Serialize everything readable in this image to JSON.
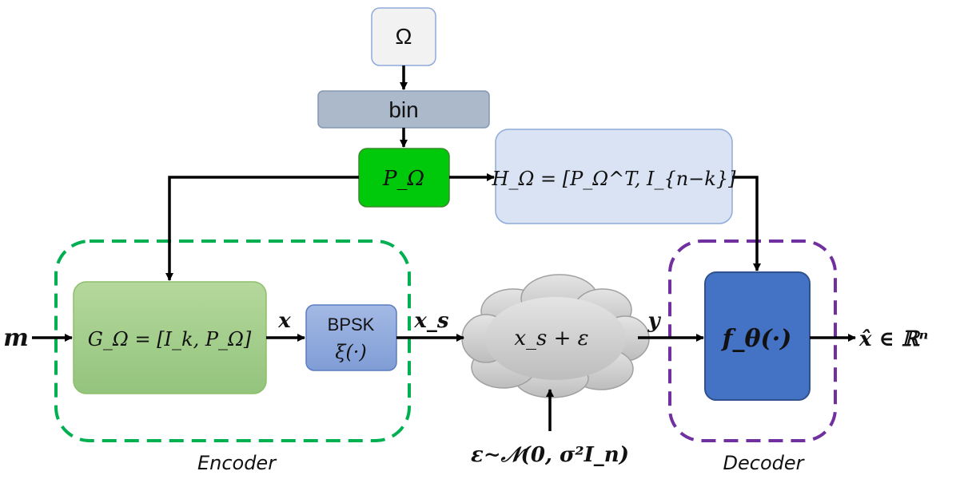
{
  "nodes": {
    "omega": "Ω",
    "bin": "bin",
    "p_omega": "P_Ω",
    "h_omega": "H_Ω = [P_Ω^T, I_{n−k}]",
    "g_omega": "G_Ω = [I_k, P_Ω]",
    "bpsk_title": "BPSK",
    "bpsk_func": "ξ(·)",
    "channel": "x_s + ε",
    "decoder_func": "f_θ(·)"
  },
  "signals": {
    "m": "m",
    "x": "x",
    "x_s": "x_s",
    "y": "y",
    "output": "x̂ ∈ ℝⁿ",
    "noise": "ε∼𝒩(0, σ²I_n)"
  },
  "groups": {
    "encoder": "Encoder",
    "decoder": "Decoder"
  },
  "colors": {
    "omega_fill": "#f2f2f2",
    "bin_fill": "#acb9ca",
    "p_fill": "#00c80a",
    "h_fill": "#dae3f3",
    "g_fill": "#a9d18e",
    "bpsk_fill": "#8faadc",
    "decoder_fill": "#4472c4",
    "encoder_border": "#00b050",
    "decoder_border": "#7030a0",
    "cloud_fill": "#d0d0d0"
  }
}
